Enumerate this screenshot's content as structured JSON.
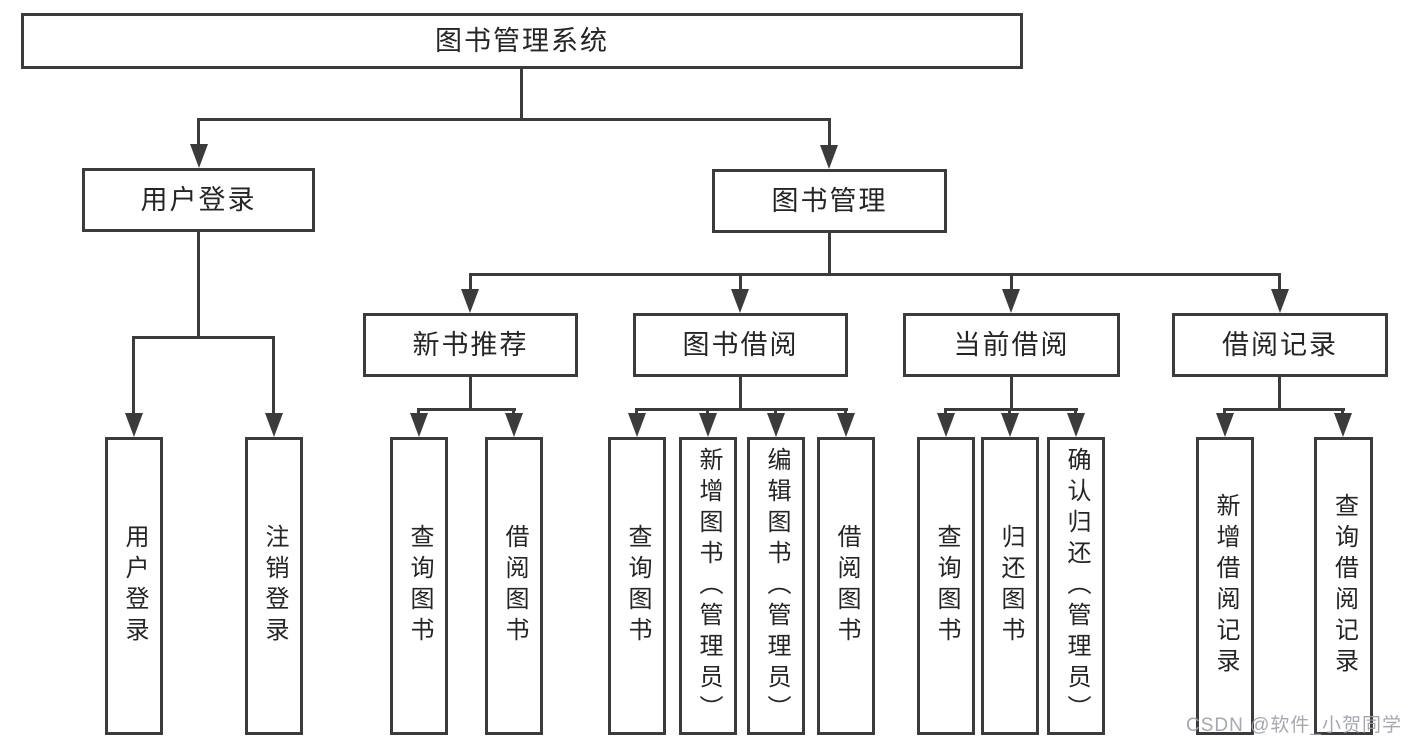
{
  "nodes": {
    "root": "图书管理系统",
    "branches": [
      {
        "label": "用户登录"
      },
      {
        "label": "图书管理"
      }
    ],
    "modules": [
      {
        "label": "新书推荐",
        "parent": "图书管理"
      },
      {
        "label": "图书借阅",
        "parent": "图书管理"
      },
      {
        "label": "当前借阅",
        "parent": "图书管理"
      },
      {
        "label": "借阅记录",
        "parent": "图书管理"
      }
    ],
    "leaves": [
      {
        "label": "用户登录",
        "parent": "用户登录"
      },
      {
        "label": "注销登录",
        "parent": "用户登录"
      },
      {
        "label": "查询图书",
        "parent": "新书推荐"
      },
      {
        "label": "借阅图书",
        "parent": "新书推荐"
      },
      {
        "label": "查询图书",
        "parent": "图书借阅"
      },
      {
        "label": "新增图书（管理员）",
        "parent": "图书借阅"
      },
      {
        "label": "编辑图书（管理员）",
        "parent": "图书借阅"
      },
      {
        "label": "借阅图书",
        "parent": "图书借阅"
      },
      {
        "label": "查询图书",
        "parent": "当前借阅"
      },
      {
        "label": "归还图书",
        "parent": "当前借阅"
      },
      {
        "label": "确认归还（管理员）",
        "parent": "当前借阅"
      },
      {
        "label": "新增借阅记录",
        "parent": "借阅记录"
      },
      {
        "label": "查询借阅记录",
        "parent": "借阅记录"
      }
    ]
  },
  "watermark": "CSDN @软件_小贺同学",
  "colors": {
    "line": "#3b3b3b",
    "text": "#252525",
    "watermark": "#9ba0a6",
    "background": "#ffffff"
  }
}
